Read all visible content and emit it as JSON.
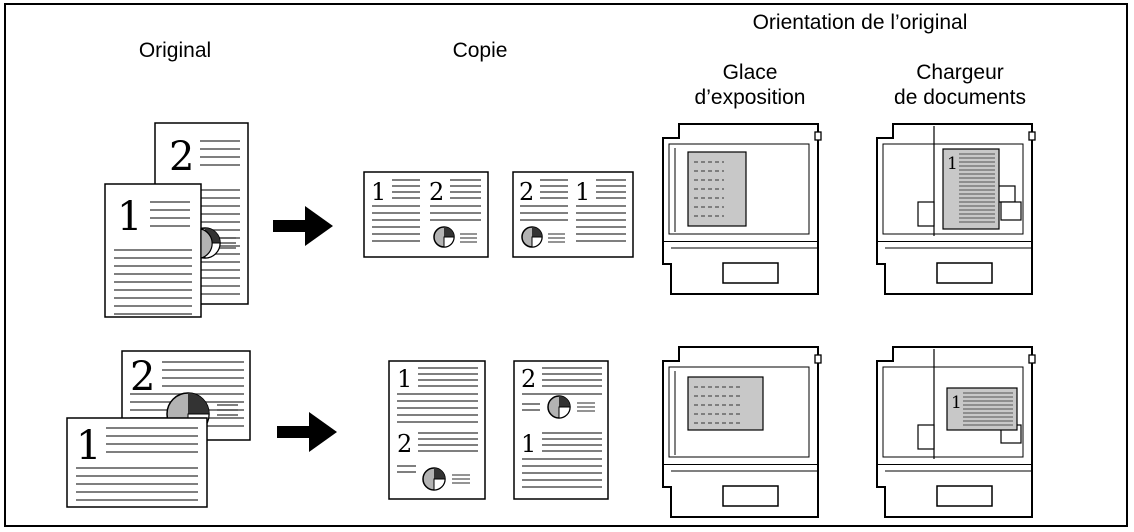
{
  "headers": {
    "original": "Original",
    "copie": "Copie",
    "orientation": "Orientation de l’original",
    "glace_line1": "Glace",
    "glace_line2": "d’exposition",
    "chargeur_line1": "Chargeur",
    "chargeur_line2": "de documents"
  },
  "page_numbers": {
    "one": "1",
    "two": "2"
  },
  "colors": {
    "line": "#000000",
    "text_line": "#555555",
    "gray_fill": "#b3b3b3",
    "dark_fill": "#333333",
    "document_fill": "#c8c8c8"
  }
}
